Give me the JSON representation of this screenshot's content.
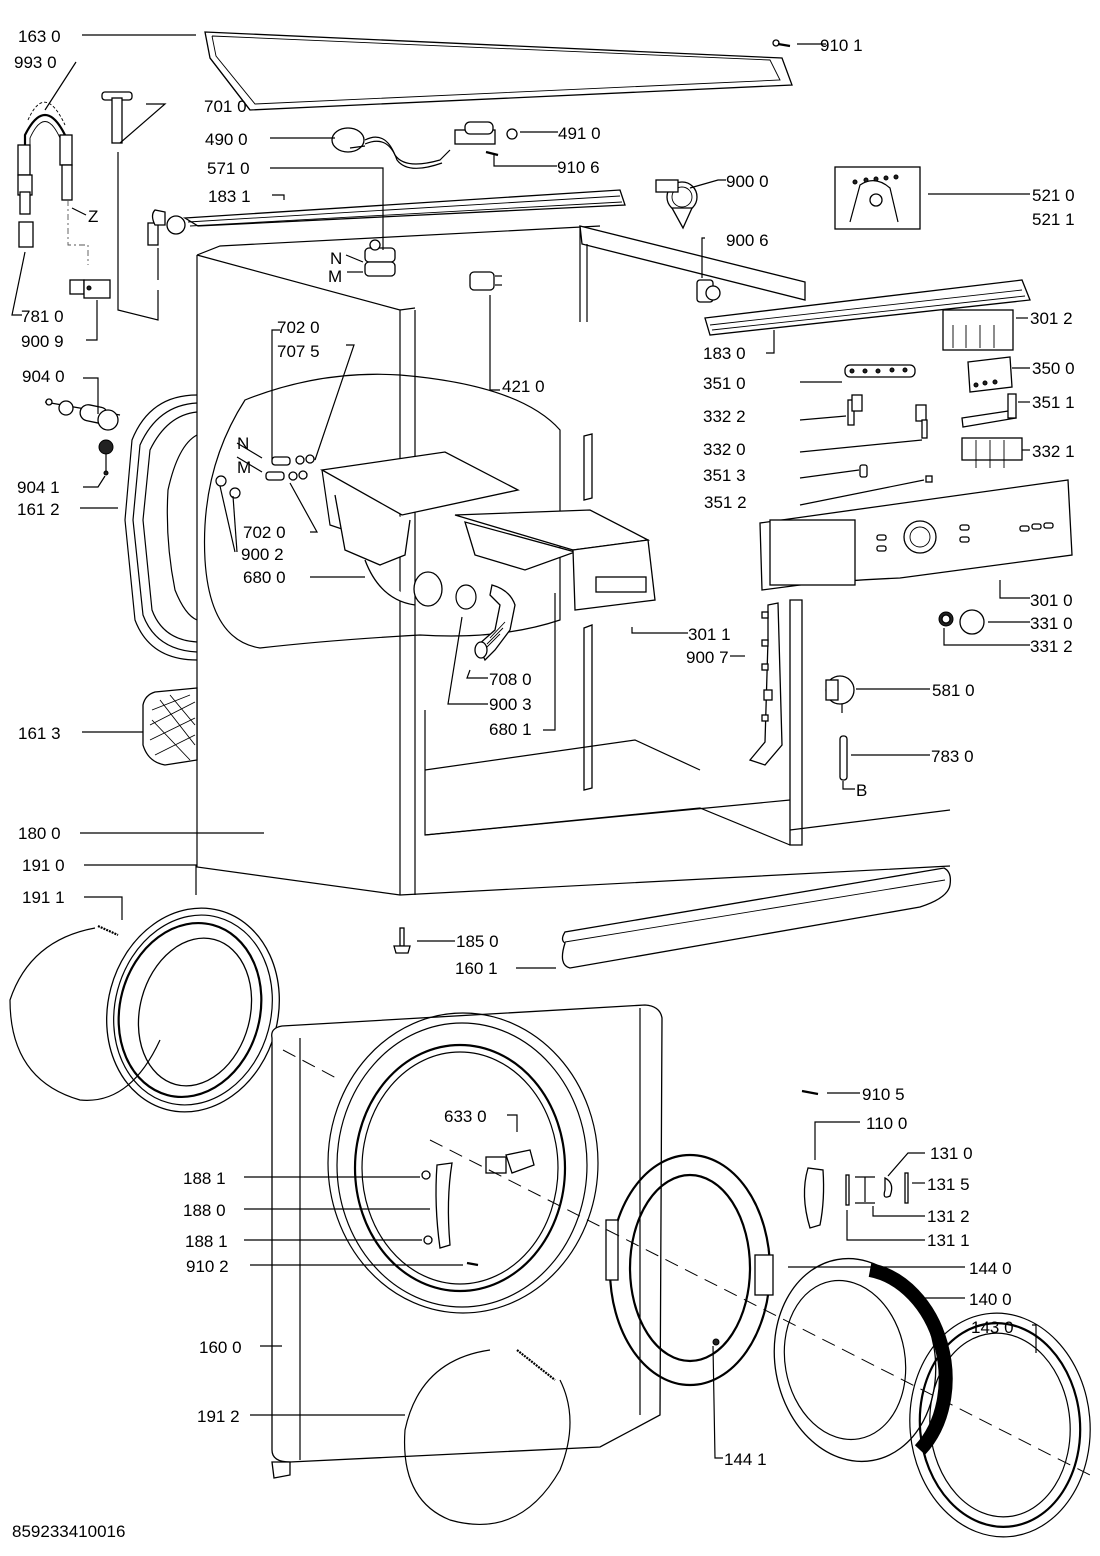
{
  "diagram": {
    "title": "Washing machine exploded parts diagram",
    "document_code": "859233410016",
    "labels": {
      "p1630": "163 0",
      "p9930": "993 0",
      "p7010": "701 0",
      "p4900": "490 0",
      "p5710": "571 0",
      "p1831": "183 1",
      "p9101": "910 1",
      "p4910": "491 0",
      "p9106": "910 6",
      "p9000": "900 0",
      "p5210": "521 0",
      "p5211": "521 1",
      "p9006": "900 6",
      "z": "Z",
      "n_top": "N",
      "m_top": "M",
      "p7810": "781 0",
      "p9009": "900 9",
      "p7020a": "702 0",
      "p7075": "707 5",
      "p4210": "421 0",
      "p1830": "183 0",
      "p3012": "301 2",
      "p3510": "351 0",
      "p3500": "350 0",
      "p3322": "332 2",
      "p3511": "351 1",
      "p3320": "332 0",
      "p3321": "332 1",
      "p3513": "351 3",
      "p3512": "351 2",
      "p9040": "904 0",
      "p9041": "904 1",
      "p1612": "161 2",
      "n_mid": "N",
      "m_mid": "M",
      "p7020b": "702 0",
      "p9002": "900 2",
      "p6800": "680 0",
      "p3010": "301 0",
      "p3310": "331 0",
      "p3312": "331 2",
      "p3011": "301 1",
      "p9007": "900 7",
      "p7080": "708 0",
      "p9003": "900 3",
      "p6801": "680 1",
      "p5810": "581 0",
      "p1613": "161 3",
      "p7830": "783 0",
      "b": "B",
      "p1800": "180 0",
      "p1910": "191 0",
      "p1911": "191 1",
      "p1850": "185 0",
      "p1601": "160 1",
      "p9105": "910 5",
      "p1100": "110 0",
      "p6330": "633 0",
      "p1310": "131 0",
      "p1315": "131 5",
      "p1312": "131 2",
      "p1311": "131 1",
      "p1881a": "188 1",
      "p1880": "188 0",
      "p1881b": "188 1",
      "p9102": "910 2",
      "p1440": "144 0",
      "p1400": "140 0",
      "p1430": "143 0",
      "p1600": "160 0",
      "p1912": "191 2",
      "p1441": "144 1"
    }
  }
}
